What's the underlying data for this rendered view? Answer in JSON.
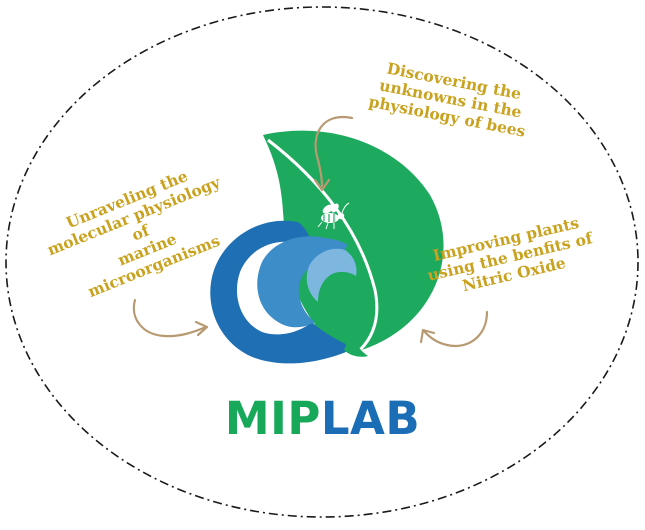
{
  "colors": {
    "accent_gold": "#C9A21F",
    "leaf_green": "#1EAA5E",
    "wave_dark_blue": "#1E6FB3",
    "wave_mid_blue": "#3C8DC8",
    "wave_light_blue": "#7DB7E0",
    "brand_green": "#17A85A",
    "brand_blue": "#1B6DB5",
    "arrow_tan": "#B89A72",
    "ellipse_border": "#1a1a1a"
  },
  "callouts": {
    "bees": "Discovering the\nunknowns in the\nphysiology of bees",
    "marine": "Unraveling the\nmolecular physiology of\nmarine microorganisms",
    "plants": "Improving plants\nusing the benfits of\nNitric Oxide"
  },
  "brand": {
    "part1": "MIP",
    "part2": "LAB"
  },
  "icons": {
    "leaf": "leaf-icon",
    "wave": "wave-icon",
    "bee": "bee-icon",
    "arrow": "curved-arrow-icon"
  }
}
